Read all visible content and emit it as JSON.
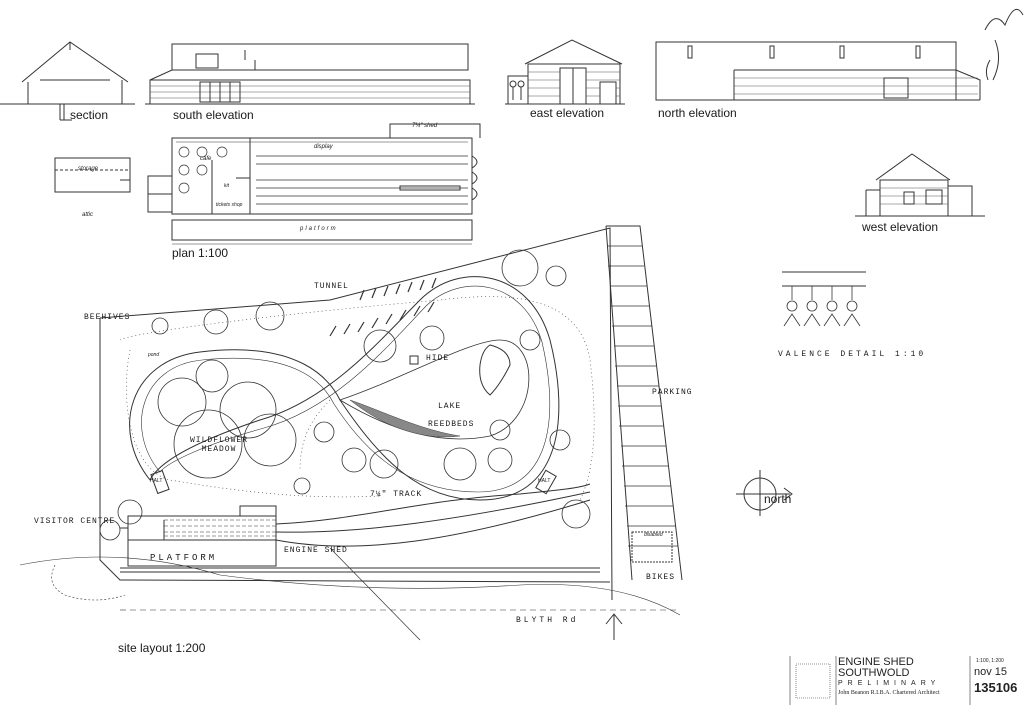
{
  "drawing": {
    "labels": {
      "section": "section",
      "south_elevation": "south elevation",
      "east_elevation": "east elevation",
      "north_elevation": "north elevation",
      "west_elevation": "west elevation",
      "plan": "plan 1:100",
      "storage": "storage",
      "attic": "attic",
      "cafe": "cafe",
      "display": "display",
      "shed_width": "7¼\" shed",
      "platform_plan": "platform",
      "tickets_shop": "tickets shop",
      "kit": "kit",
      "site_layout": "site layout 1:200",
      "tunnel": "TUNNEL",
      "beehives": "BEEHIVES",
      "hide": "HIDE",
      "lake": "LAKE",
      "reedbeds": "REEDBEDS",
      "wildflower_meadow": "WILDFLOWER MEADOW",
      "pond": "pond",
      "track": "7¼\" TRACK",
      "halt_left": "HALT",
      "halt_right": "HALT",
      "visitor_centre": "VISITOR CENTRE",
      "platform_site": "PLATFORM",
      "engine_shed": "ENGINE SHED",
      "parking": "PARKING",
      "bikes": "BIKES",
      "disabled": "disabled",
      "blyth_road": "BLYTH Rd",
      "valence_detail": "VALENCE DETAIL 1:10",
      "north": "north"
    },
    "title_block": {
      "line1": "ENGINE SHED",
      "line2": "SOUTHWOLD",
      "line3": "PRELIMINARY",
      "architect": "John Beanon R.I.B.A. Chartered Architect",
      "scale": "1:100, 1:200",
      "date": "nov 15",
      "number": "135106"
    }
  }
}
